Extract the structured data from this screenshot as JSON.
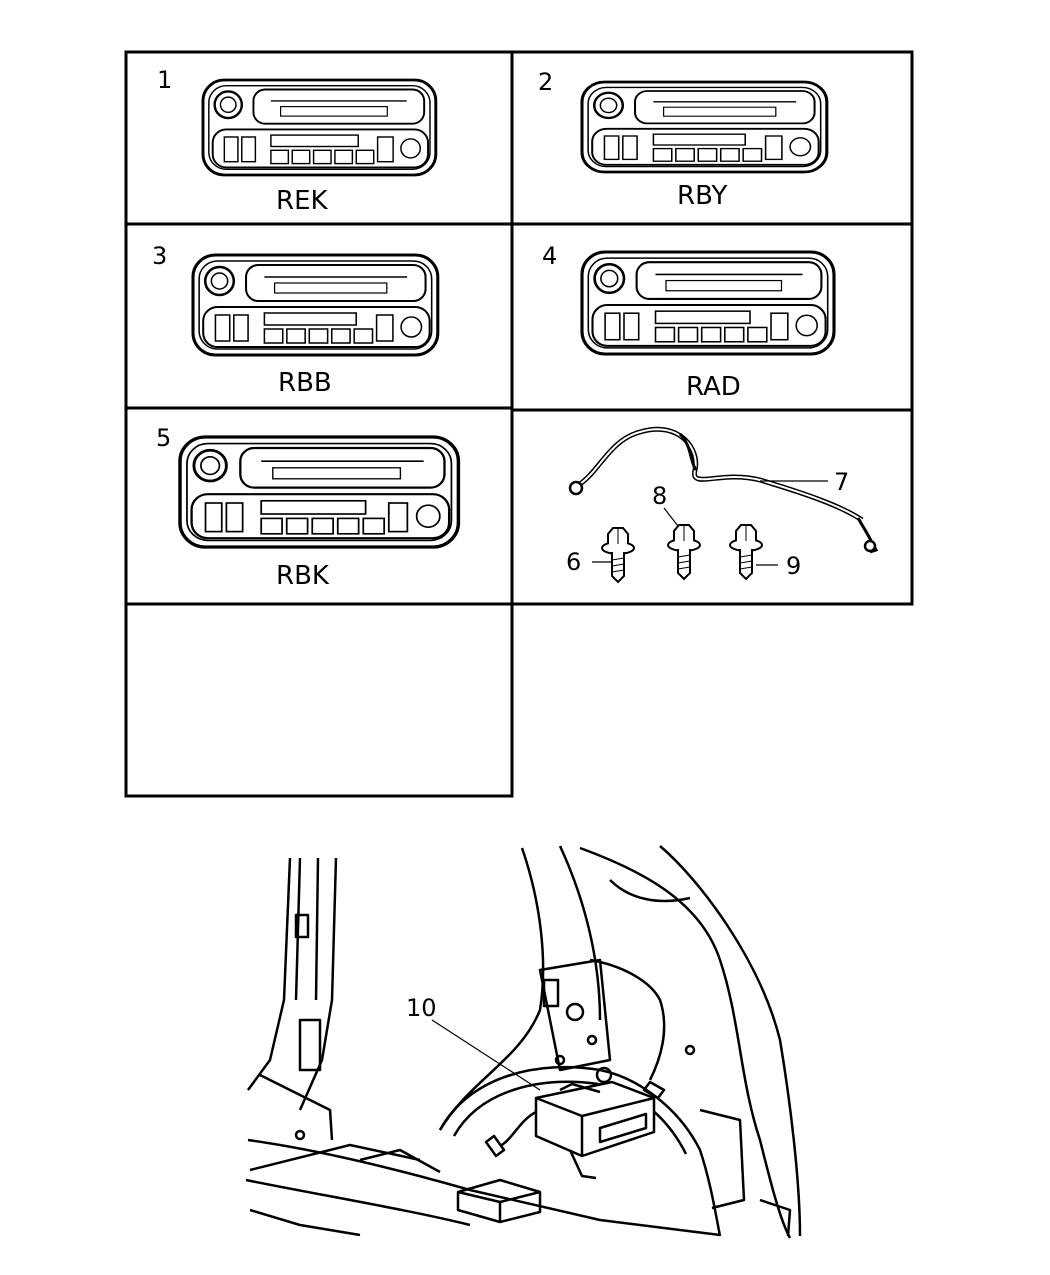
{
  "panels": [
    {
      "number": "1",
      "code": "REK"
    },
    {
      "number": "2",
      "code": "RBY"
    },
    {
      "number": "3",
      "code": "RBB"
    },
    {
      "number": "4",
      "code": "RAD"
    },
    {
      "number": "5",
      "code": "RBK"
    }
  ],
  "callouts": {
    "antenna_cable": "7",
    "bolt_left": "6",
    "bolt_middle": "8",
    "bolt_right": "9",
    "module": "10"
  }
}
